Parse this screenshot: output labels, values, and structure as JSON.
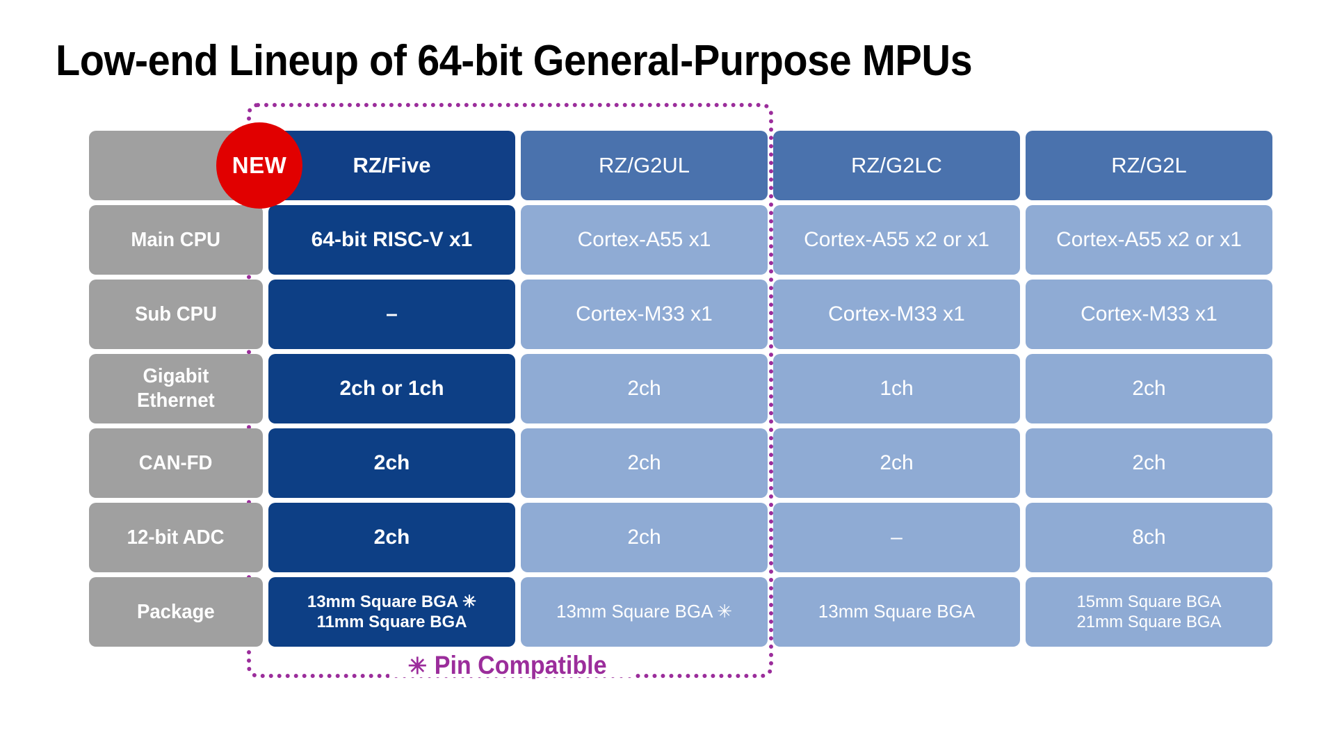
{
  "slide": {
    "title": "Low-end Lineup of 64-bit General-Purpose MPUs",
    "background_color": "#ffffff"
  },
  "badge": {
    "label": "NEW",
    "color": "#e10000",
    "text_color": "#ffffff"
  },
  "pin_compatible": {
    "star": "✳",
    "label": "Pin Compatible",
    "color": "#9b2d9b"
  },
  "colors": {
    "row_label": "#a0a0a0",
    "header_highlight": "#113f86",
    "header_normal": "#4a72ad",
    "cell_highlight": "#0d3f85",
    "cell_normal": "#8fabd4",
    "title": "#000000"
  },
  "table": {
    "corner_label": "",
    "columns": [
      {
        "name": "RZ/Five",
        "highlight": true
      },
      {
        "name": "RZ/G2UL",
        "highlight": false
      },
      {
        "name": "RZ/G2LC",
        "highlight": false
      },
      {
        "name": "RZ/G2L",
        "highlight": false
      }
    ],
    "rows": [
      {
        "label": "Main CPU",
        "values": [
          "64-bit RISC-V x1",
          "Cortex-A55 x1",
          "Cortex-A55 x2 or x1",
          "Cortex-A55 x2 or x1"
        ]
      },
      {
        "label": "Sub CPU",
        "values": [
          "–",
          "Cortex-M33 x1",
          "Cortex-M33 x1",
          "Cortex-M33 x1"
        ]
      },
      {
        "label": "Gigabit\nEthernet",
        "label_line1": "Gigabit",
        "label_line2": "Ethernet",
        "values": [
          "2ch or 1ch",
          "2ch",
          "1ch",
          "2ch"
        ]
      },
      {
        "label": "CAN-FD",
        "values": [
          "2ch",
          "2ch",
          "2ch",
          "2ch"
        ]
      },
      {
        "label": "12-bit ADC",
        "values": [
          "2ch",
          "2ch",
          "–",
          "8ch"
        ]
      },
      {
        "label": "Package",
        "values_multiline": [
          [
            "13mm Square BGA ✳",
            "11mm Square BGA"
          ],
          [
            "13mm Square BGA ✳"
          ],
          [
            "13mm Square BGA"
          ],
          [
            "15mm Square BGA",
            "21mm Square BGA"
          ]
        ]
      }
    ]
  }
}
